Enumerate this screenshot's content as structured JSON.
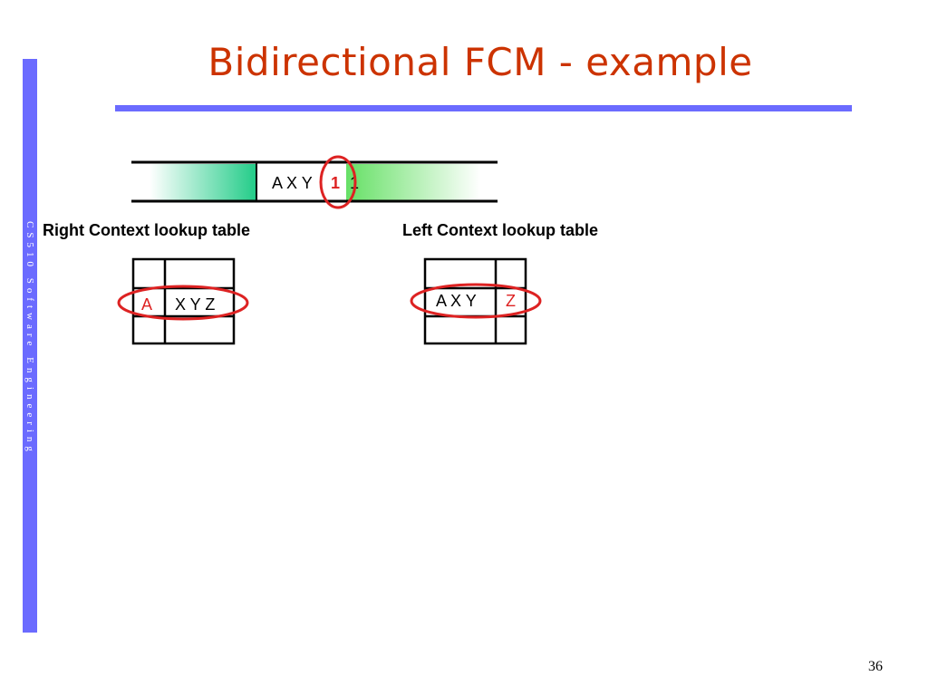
{
  "slide": {
    "title": "Bidirectional FCM - example",
    "side_text": "CS510 Software Engineering",
    "page_number": "36"
  },
  "history_bar": {
    "context_text": "A X Y",
    "current_value": "1",
    "next_value": "1",
    "colors": {
      "left_gradient": "#22cc88",
      "right_gradient": "#66e066",
      "highlight": "#dd2222"
    }
  },
  "right_table": {
    "label": "Right Context lookup table",
    "prediction": "A",
    "context": "X Y Z"
  },
  "left_table": {
    "label": "Left Context lookup table",
    "context": "A X Y",
    "prediction": "Z"
  },
  "colors": {
    "title": "#cc3300",
    "accent": "#6b6bff",
    "highlight": "#dd2222"
  }
}
